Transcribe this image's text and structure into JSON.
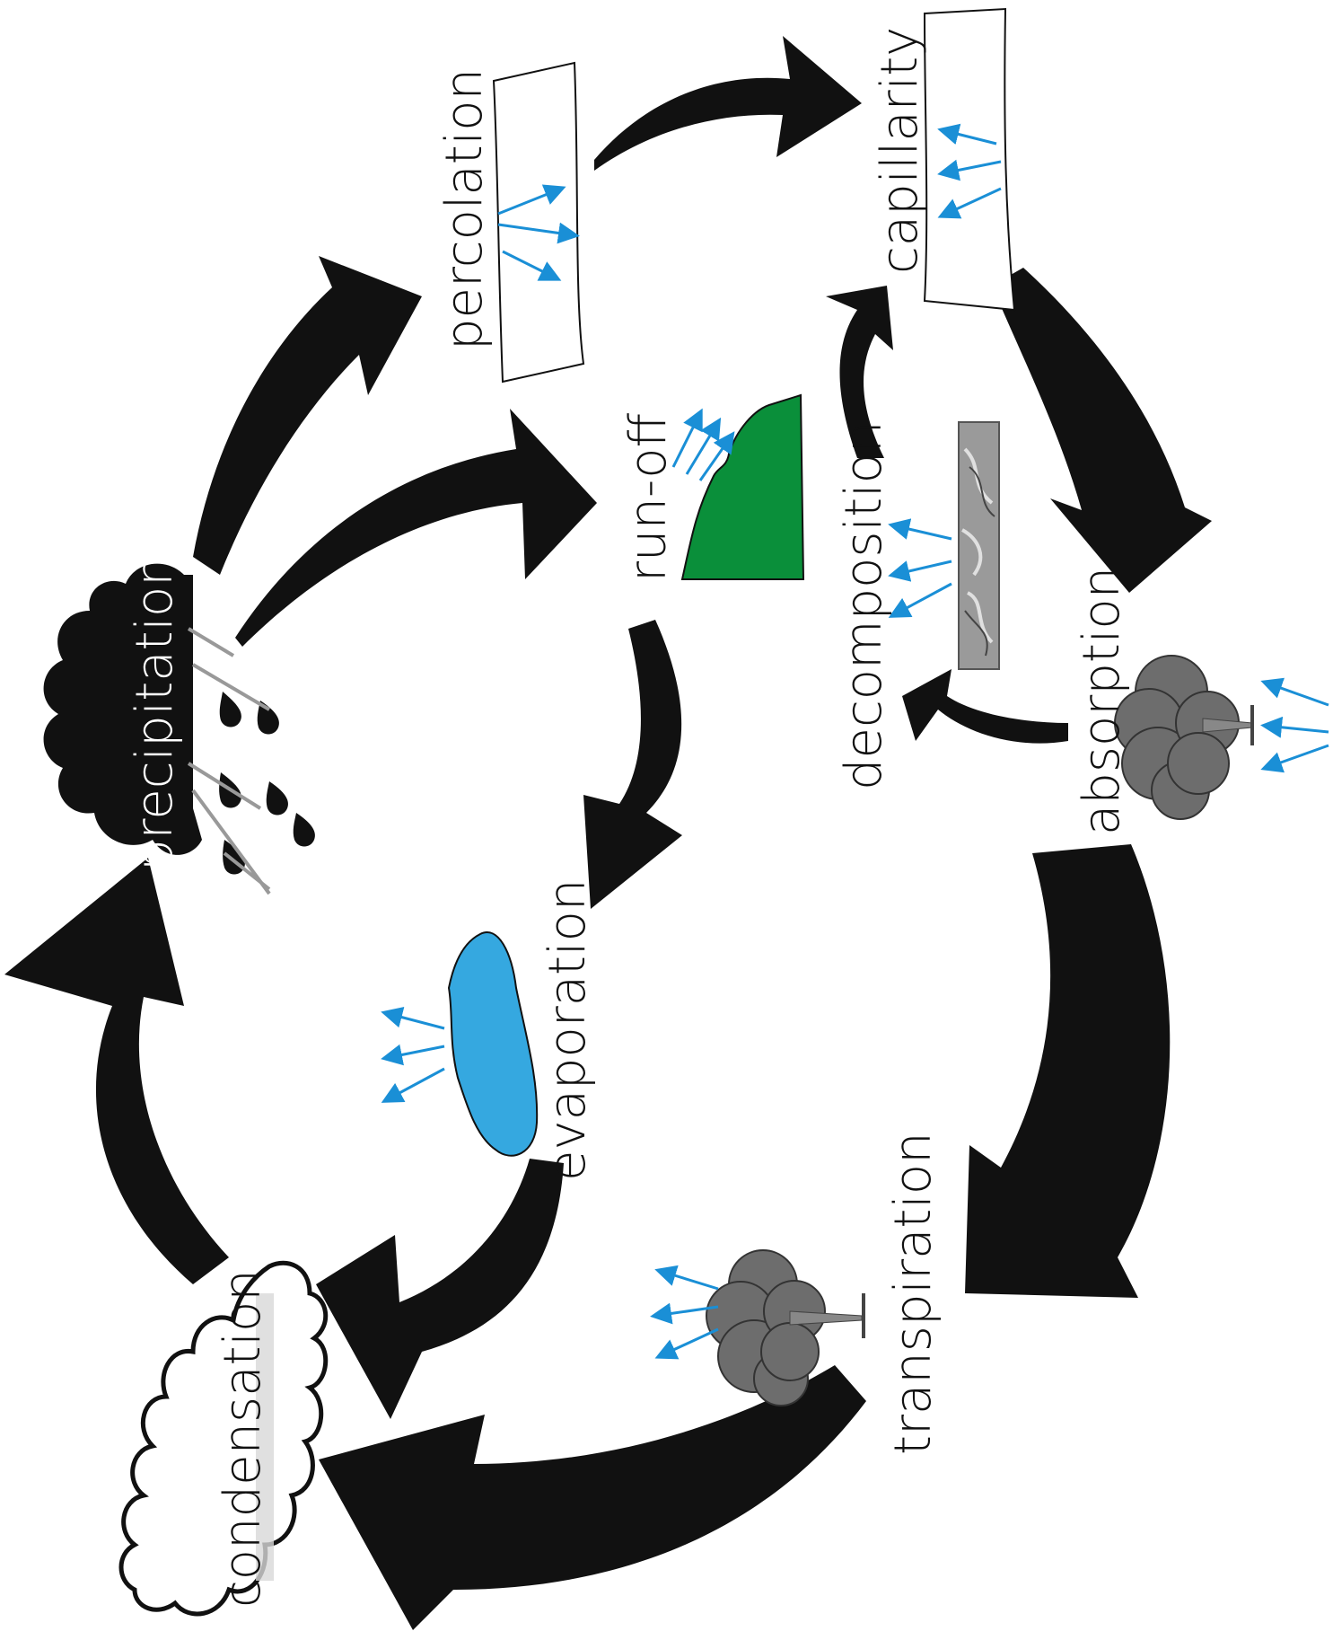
{
  "diagram": {
    "labels": {
      "precipitation": "precipitation",
      "percolation": "percolation",
      "capillarity": "capillarity",
      "run_off": "run-off",
      "decomposition": "decomposition",
      "absorption": "absorption",
      "evaporation": "evaporation",
      "transpiration": "transpiration",
      "condensation": "condensation"
    },
    "colors": {
      "arrow": "#111111",
      "water_arrow": "#1a8fd6",
      "puddle": "#35a8e0",
      "hill": "#0a8f3a",
      "tree": "#6d6d6d"
    },
    "icons": [
      "cloud-rain-icon",
      "cloud-icon",
      "puddle-icon",
      "hill-icon",
      "soil-strip-icon",
      "compost-icon",
      "tree-icon"
    ]
  }
}
